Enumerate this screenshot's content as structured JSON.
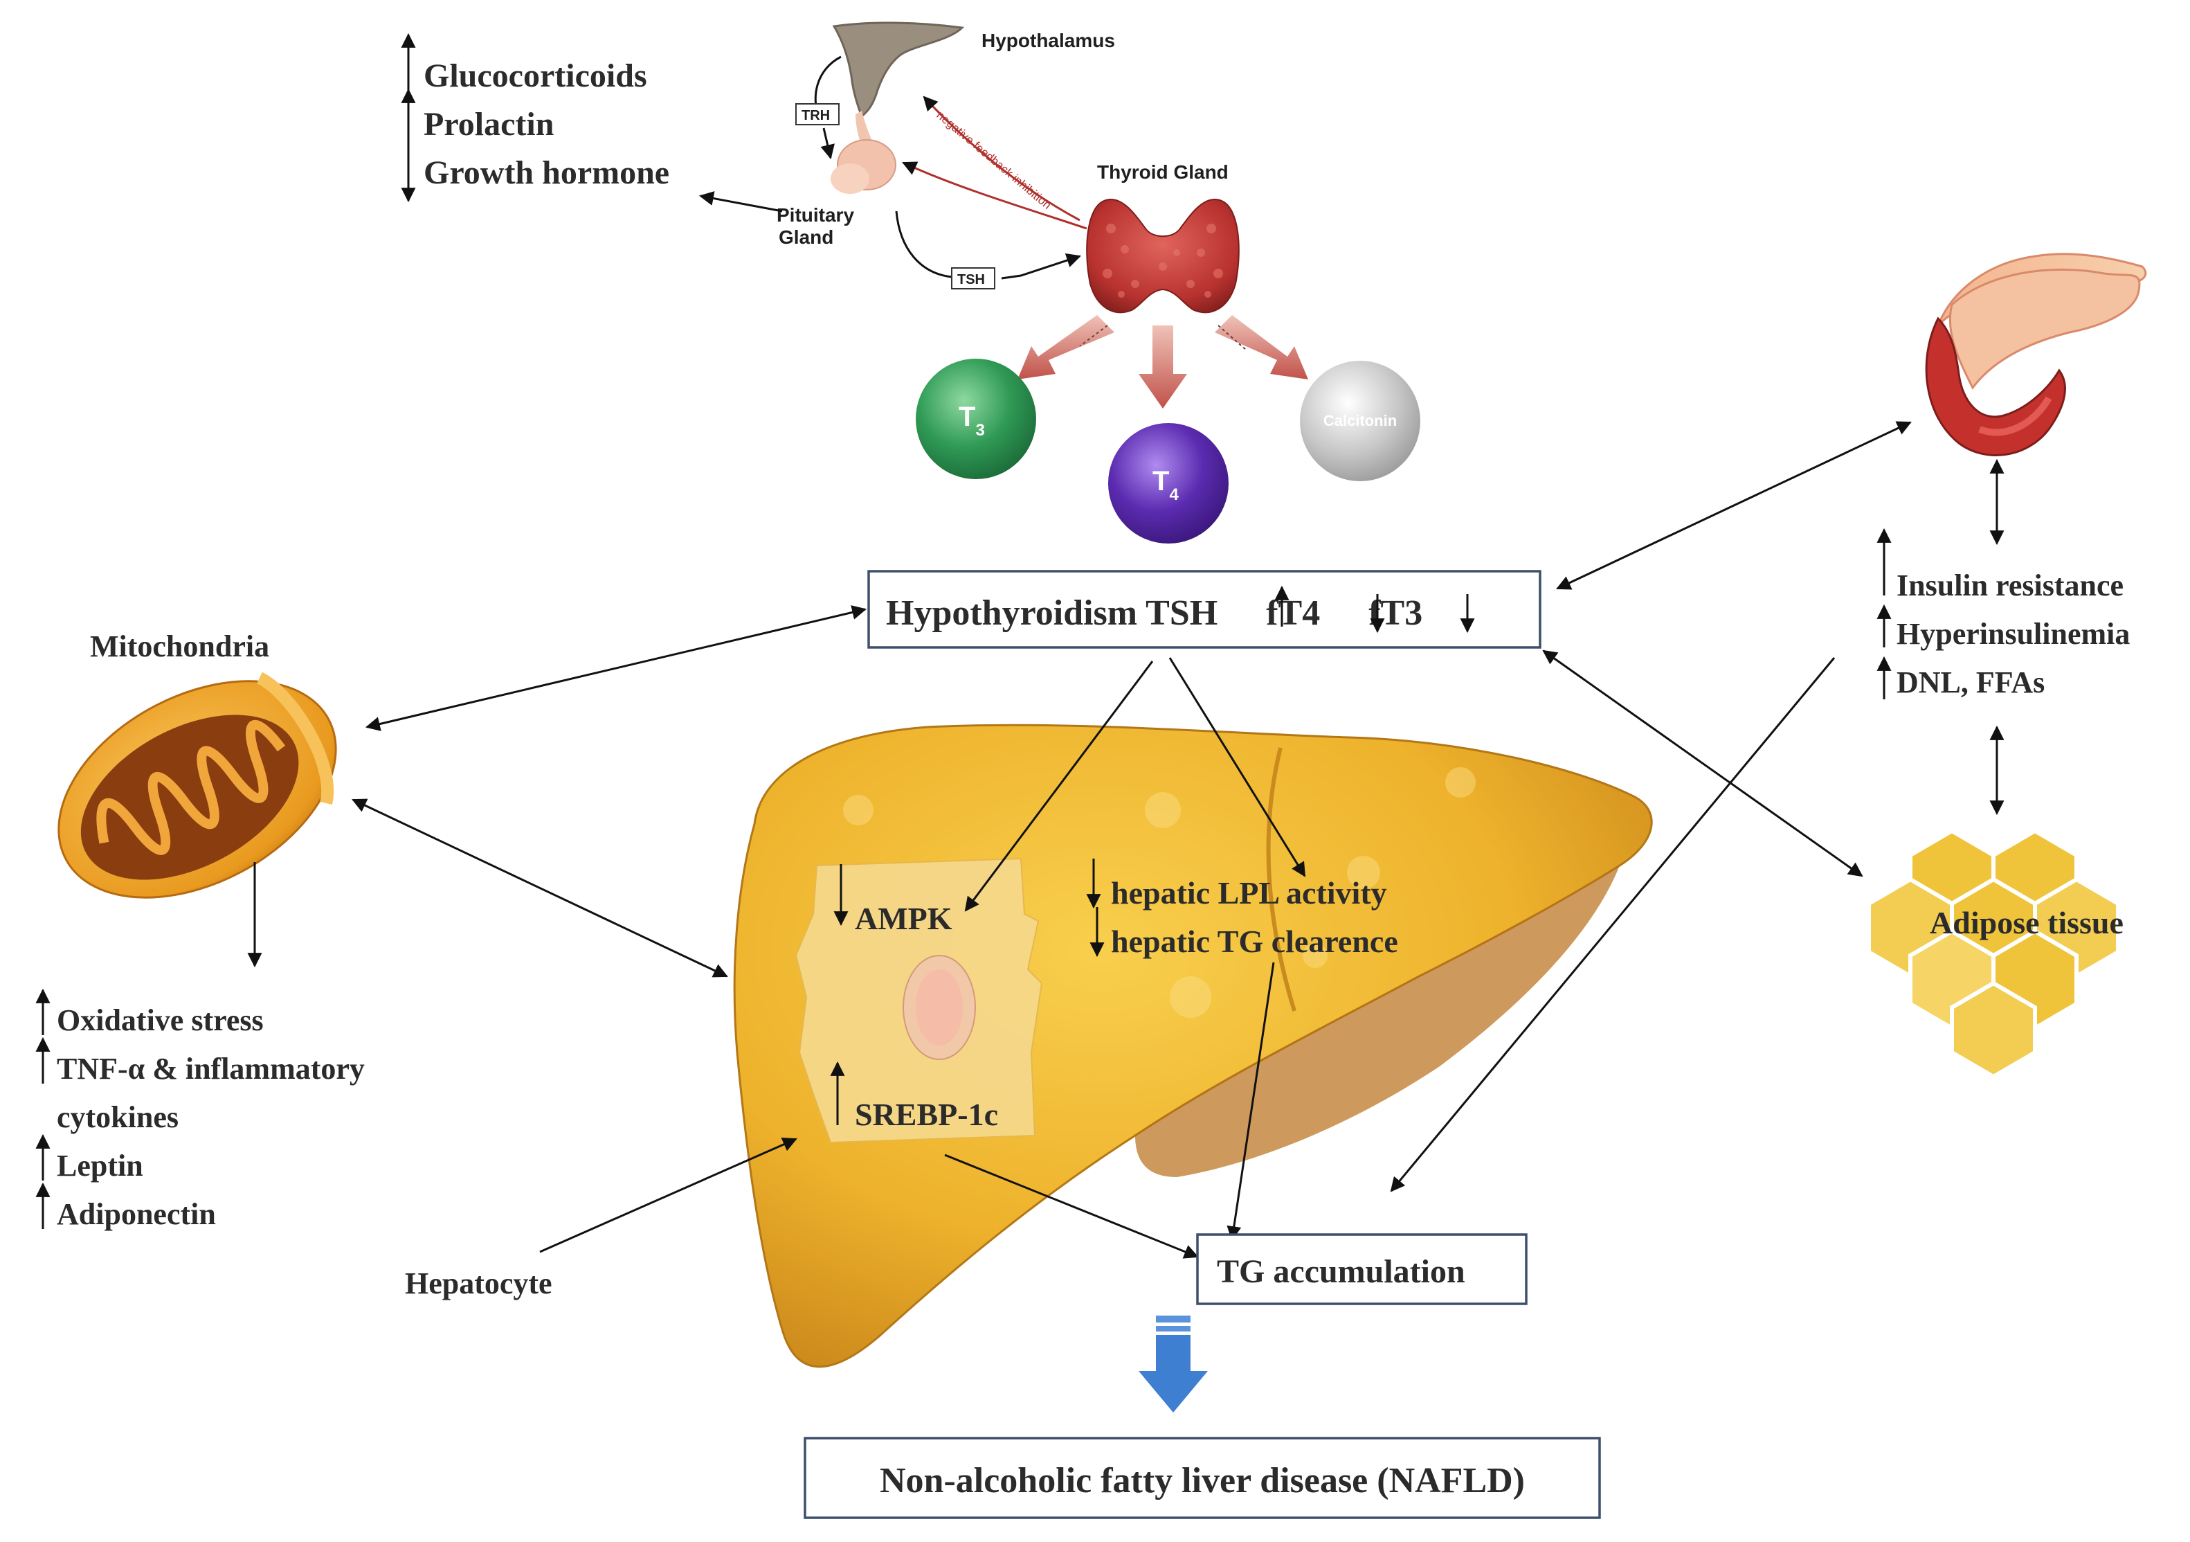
{
  "hpt_axis": {
    "hypothalamus": "Hypothalamus",
    "trh": "TRH",
    "pituitary": [
      "Pituitary",
      "Gland"
    ],
    "tsh": "TSH",
    "thyroid": "Thyroid Gland",
    "feedback": "negative feedback inhibition",
    "hormones": [
      "T",
      "T",
      "Calcitonin"
    ],
    "hormone_subscripts": [
      "3",
      "4"
    ]
  },
  "pituitary_effects": [
    "Glucocorticoids",
    "Prolactin",
    "Growth hormone"
  ],
  "hypothyroidism": {
    "prefix": "Hypothyroidism TSH",
    "ft4": "fT4",
    "ft3": "fT3"
  },
  "mitochondria": {
    "title": "Mitochondria",
    "effects": [
      "Oxidative stress",
      "TNF-α & inflammatory",
      "cytokines",
      "Leptin",
      "Adiponectin"
    ]
  },
  "pancreas": {
    "effects": [
      "Insulin resistance",
      "Hyperinsulinemia",
      "DNL, FFAs"
    ]
  },
  "adipose": "Adipose tissue",
  "liver": {
    "ampk": "AMPK",
    "srebp": "SREBP-1c",
    "lpl": "hepatic LPL activity",
    "tg_clear": "hepatic TG clearence",
    "hepatocyte": "Hepatocyte"
  },
  "tg_accumulation": "TG accumulation",
  "nafld": "Non-alcoholic fatty liver disease (NAFLD)",
  "colors": {
    "liver": "#f2b531",
    "t3": "#2f9a55",
    "t4": "#5b2bb0",
    "calcitonin": "#c7c7c7",
    "thyroid": "#b8322f",
    "down_arrow": "#3f7fd1",
    "adipose": "#f0c43a"
  }
}
